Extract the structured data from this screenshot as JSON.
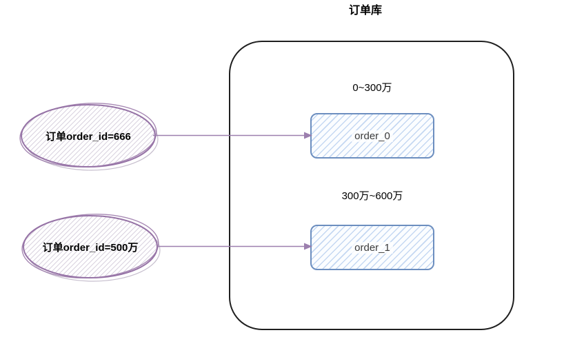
{
  "title": "订单库",
  "colors": {
    "purple": "#9673a6",
    "purple-hatch": "#d8d1de",
    "sketch-gray": "#c6becd",
    "blue-border": "#6c8ebf",
    "blue-hatch": "#c5d8f2",
    "box-fill": "#fbfdff",
    "arrow": "#9c7fae",
    "container-border": "#1f1f1f"
  },
  "sources": [
    {
      "label": "订单order_id=666"
    },
    {
      "label": "订单order_id=500万"
    }
  ],
  "shards": [
    {
      "range": "0~300万",
      "table": "order_0"
    },
    {
      "range": "300万~600万",
      "table": "order_1"
    }
  ]
}
